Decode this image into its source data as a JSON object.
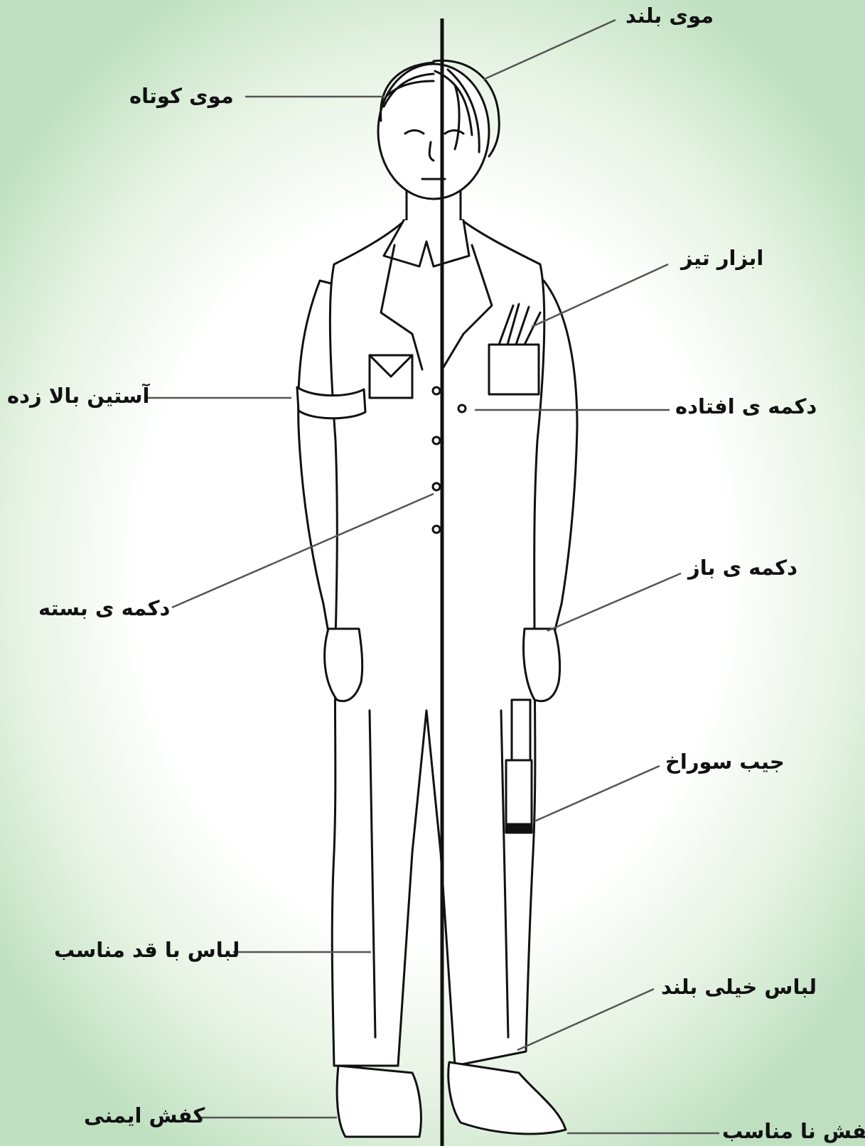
{
  "labels": {
    "long_hair": "موی بلند",
    "short_hair": "موی کوتاه",
    "sharp_tool": "ابزار تیز",
    "rolled_sleeve": "آستین بالا زده",
    "fallen_button": "دکمه ی افتاده",
    "open_button": "دکمه ی باز",
    "closed_button": "دکمه ی بسته",
    "torn_pocket": "جیب سوراخ",
    "fitting_clothes": "لباس با قد مناسب",
    "too_long_clothes": "لباس خیلی بلند",
    "safety_shoe": "کفش ایمنی",
    "unsuitable_shoe": "کفش نا مناسب"
  },
  "colors": {
    "background_edge": "#bfe0c0",
    "background_center": "#ffffff",
    "ink": "#111111",
    "leader_line": "#555555"
  }
}
